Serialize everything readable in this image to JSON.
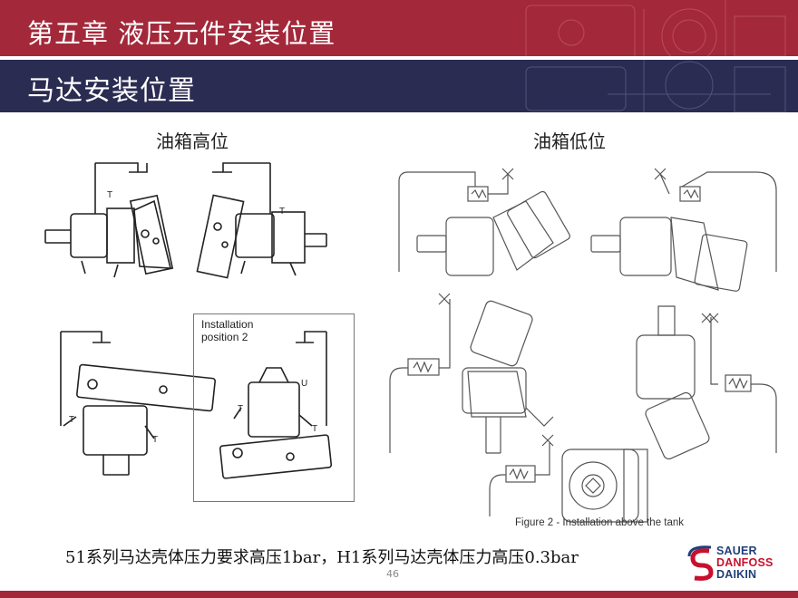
{
  "header": {
    "chapter_title": "第五章  液压元件安装位置",
    "section_title": "马达安装位置"
  },
  "labels": {
    "tank_high": "油箱高位",
    "tank_low": "油箱低位"
  },
  "diagram": {
    "port_t": "T",
    "port_u": "U",
    "installation_label_line1": "Installation",
    "installation_label_line2": "position 2",
    "figure_caption": "Figure 2 - Installation above the tank"
  },
  "footer": {
    "note": "51系列马达壳体压力要求高压1bar，H1系列马达壳体压力高压0.3bar",
    "page_number": "46"
  },
  "logo": {
    "line1": "SAUER",
    "line2": "DANFOSS",
    "line3": "DAIKIN"
  },
  "colors": {
    "header_red": "#a3283a",
    "header_navy": "#2b2c52",
    "logo_blue": "#1f3f7a",
    "logo_red": "#c8102e"
  }
}
